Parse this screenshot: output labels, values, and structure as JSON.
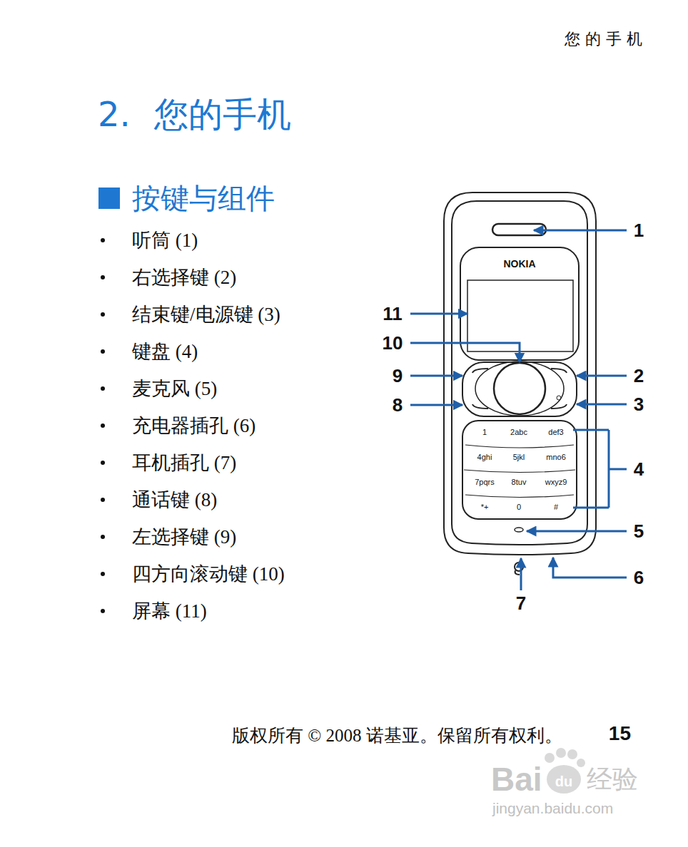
{
  "diagram": {
    "title": "2. 您的手机",
    "labels": [
      "您 的 手 机",
      "按键与组件",
      "听筒 (1)",
      "右选择键 (2)",
      "结束键/电源键 (3)",
      "键盘 (4)",
      "麦克风 (5)",
      "充电器插孔 (6)",
      "耳机插孔 (7)",
      "通话键 (8)",
      "左选择键 (9)",
      "四方向滚动键 (10)",
      "屏幕 (11)",
      "1",
      "2",
      "3",
      "4",
      "5",
      "6",
      "7",
      "8",
      "9",
      "10",
      "11",
      "NOKIA",
      "1",
      "2abc",
      "def3",
      "4ghi",
      "5jkl",
      "mno6",
      "7pqrs",
      "8tuv",
      "wxyz9",
      "*+",
      "0",
      "#",
      "版权所有 © 2008 诺基亚。保留所有权利。",
      "15",
      "Bai",
      "du",
      "经验",
      "jingyan.baidu.com"
    ]
  }
}
